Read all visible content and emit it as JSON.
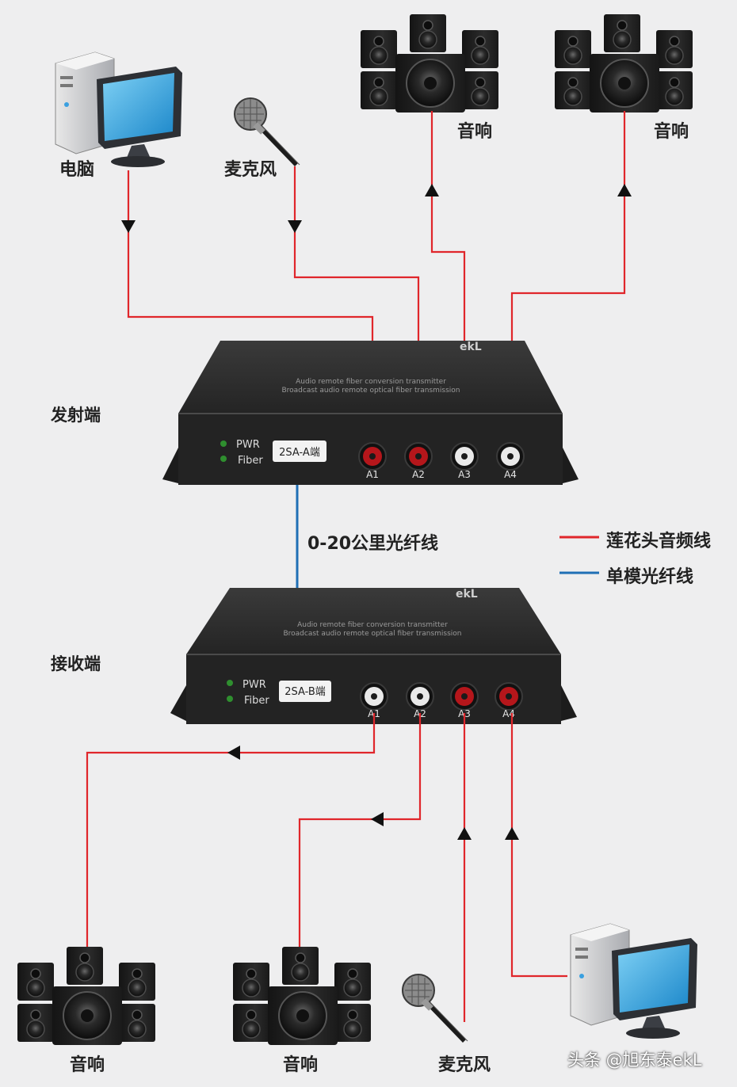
{
  "labels": {
    "pc_top": "电脑",
    "mic_top": "麦克风",
    "speaker_top_1": "音响",
    "speaker_top_2": "音响",
    "transmitter": "发射端",
    "receiver": "接收端",
    "fiber_distance": "0-20公里光纤线",
    "speaker_bottom_1": "音响",
    "speaker_bottom_2": "音响",
    "mic_bottom": "麦克风"
  },
  "legend": [
    {
      "label": "莲花头音频线",
      "color": "#e0262b"
    },
    {
      "label": "单模光纤线",
      "color": "#1f6fb5"
    }
  ],
  "device_a": {
    "line1": "Audio remote fiber conversion transmitter",
    "line2": "Broadcast audio remote optical fiber transmission",
    "brand": "ekL",
    "led1": "PWR",
    "led2": "Fiber",
    "tag": "2SA-A端",
    "ports": [
      "A1",
      "A2",
      "A3",
      "A4"
    ],
    "port_colors": [
      "red",
      "red",
      "white",
      "white"
    ]
  },
  "device_b": {
    "line1": "Audio remote fiber conversion transmitter",
    "line2": "Broadcast audio remote optical fiber transmission",
    "brand": "ekL",
    "led1": "PWR",
    "led2": "Fiber",
    "tag": "2SA-B端",
    "ports": [
      "A1",
      "A2",
      "A3",
      "A4"
    ],
    "port_colors": [
      "white",
      "white",
      "red",
      "red"
    ]
  },
  "watermark": "头条 @旭东泰ekL",
  "colors": {
    "audio_line": "#e0262b",
    "fiber_line": "#1f6fb5",
    "device_body": "#2b2b2b"
  }
}
